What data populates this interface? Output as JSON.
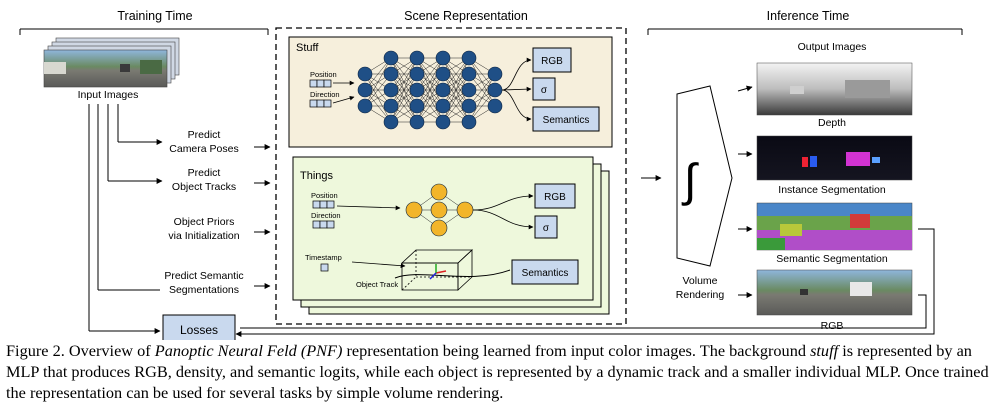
{
  "headers": {
    "training": "Training Time",
    "scene": "Scene Representation",
    "inference": "Inference Time"
  },
  "training": {
    "input_label": "Input Images",
    "predict_camera": [
      "Predict",
      "Camera Poses"
    ],
    "predict_tracks": [
      "Predict",
      "Object Tracks"
    ],
    "object_priors": [
      "Object Priors",
      "via Initialization"
    ],
    "predict_semantic": [
      "Predict Semantic",
      "Segmentations"
    ],
    "losses": "Losses"
  },
  "stuff": {
    "title": "Stuff",
    "position": "Position",
    "direction": "Direction",
    "out_rgb": "RGB",
    "out_sigma": "σ",
    "out_semantics": "Semantics"
  },
  "things": {
    "title": "Things",
    "position": "Position",
    "direction": "Direction",
    "timestamp": "Timestamp",
    "object_track": "Object Track",
    "out_rgb": "RGB",
    "out_sigma": "σ",
    "out_semantics": "Semantics"
  },
  "inference": {
    "integral": "∫",
    "volume_rendering": [
      "Volume",
      "Rendering"
    ],
    "output_images": "Output Images",
    "depth": "Depth",
    "instance": "Instance Segmentation",
    "semantic": "Semantic Segmentation",
    "rgb": "RGB"
  },
  "caption": {
    "fig_label": "Figure 2.",
    "text_1": " Overview of ",
    "pnf": "Panoptic Neural Feld (PNF)",
    "text_2": " representation being learned from input color images.  The background ",
    "stuff": "stuff",
    "text_3": " is represented by an MLP that produces RGB, density, and semantic logits, while each object is represented by a dynamic track and a smaller individual MLP. Once trained the representation can be used for several tasks by simple volume rendering."
  },
  "colors": {
    "stuff_fill": "#f6efdc",
    "things_fill": "#eef8dc",
    "node_blue": "#1f4f86",
    "node_yellow": "#f2b52a",
    "output_box": "#c9d9ee"
  }
}
